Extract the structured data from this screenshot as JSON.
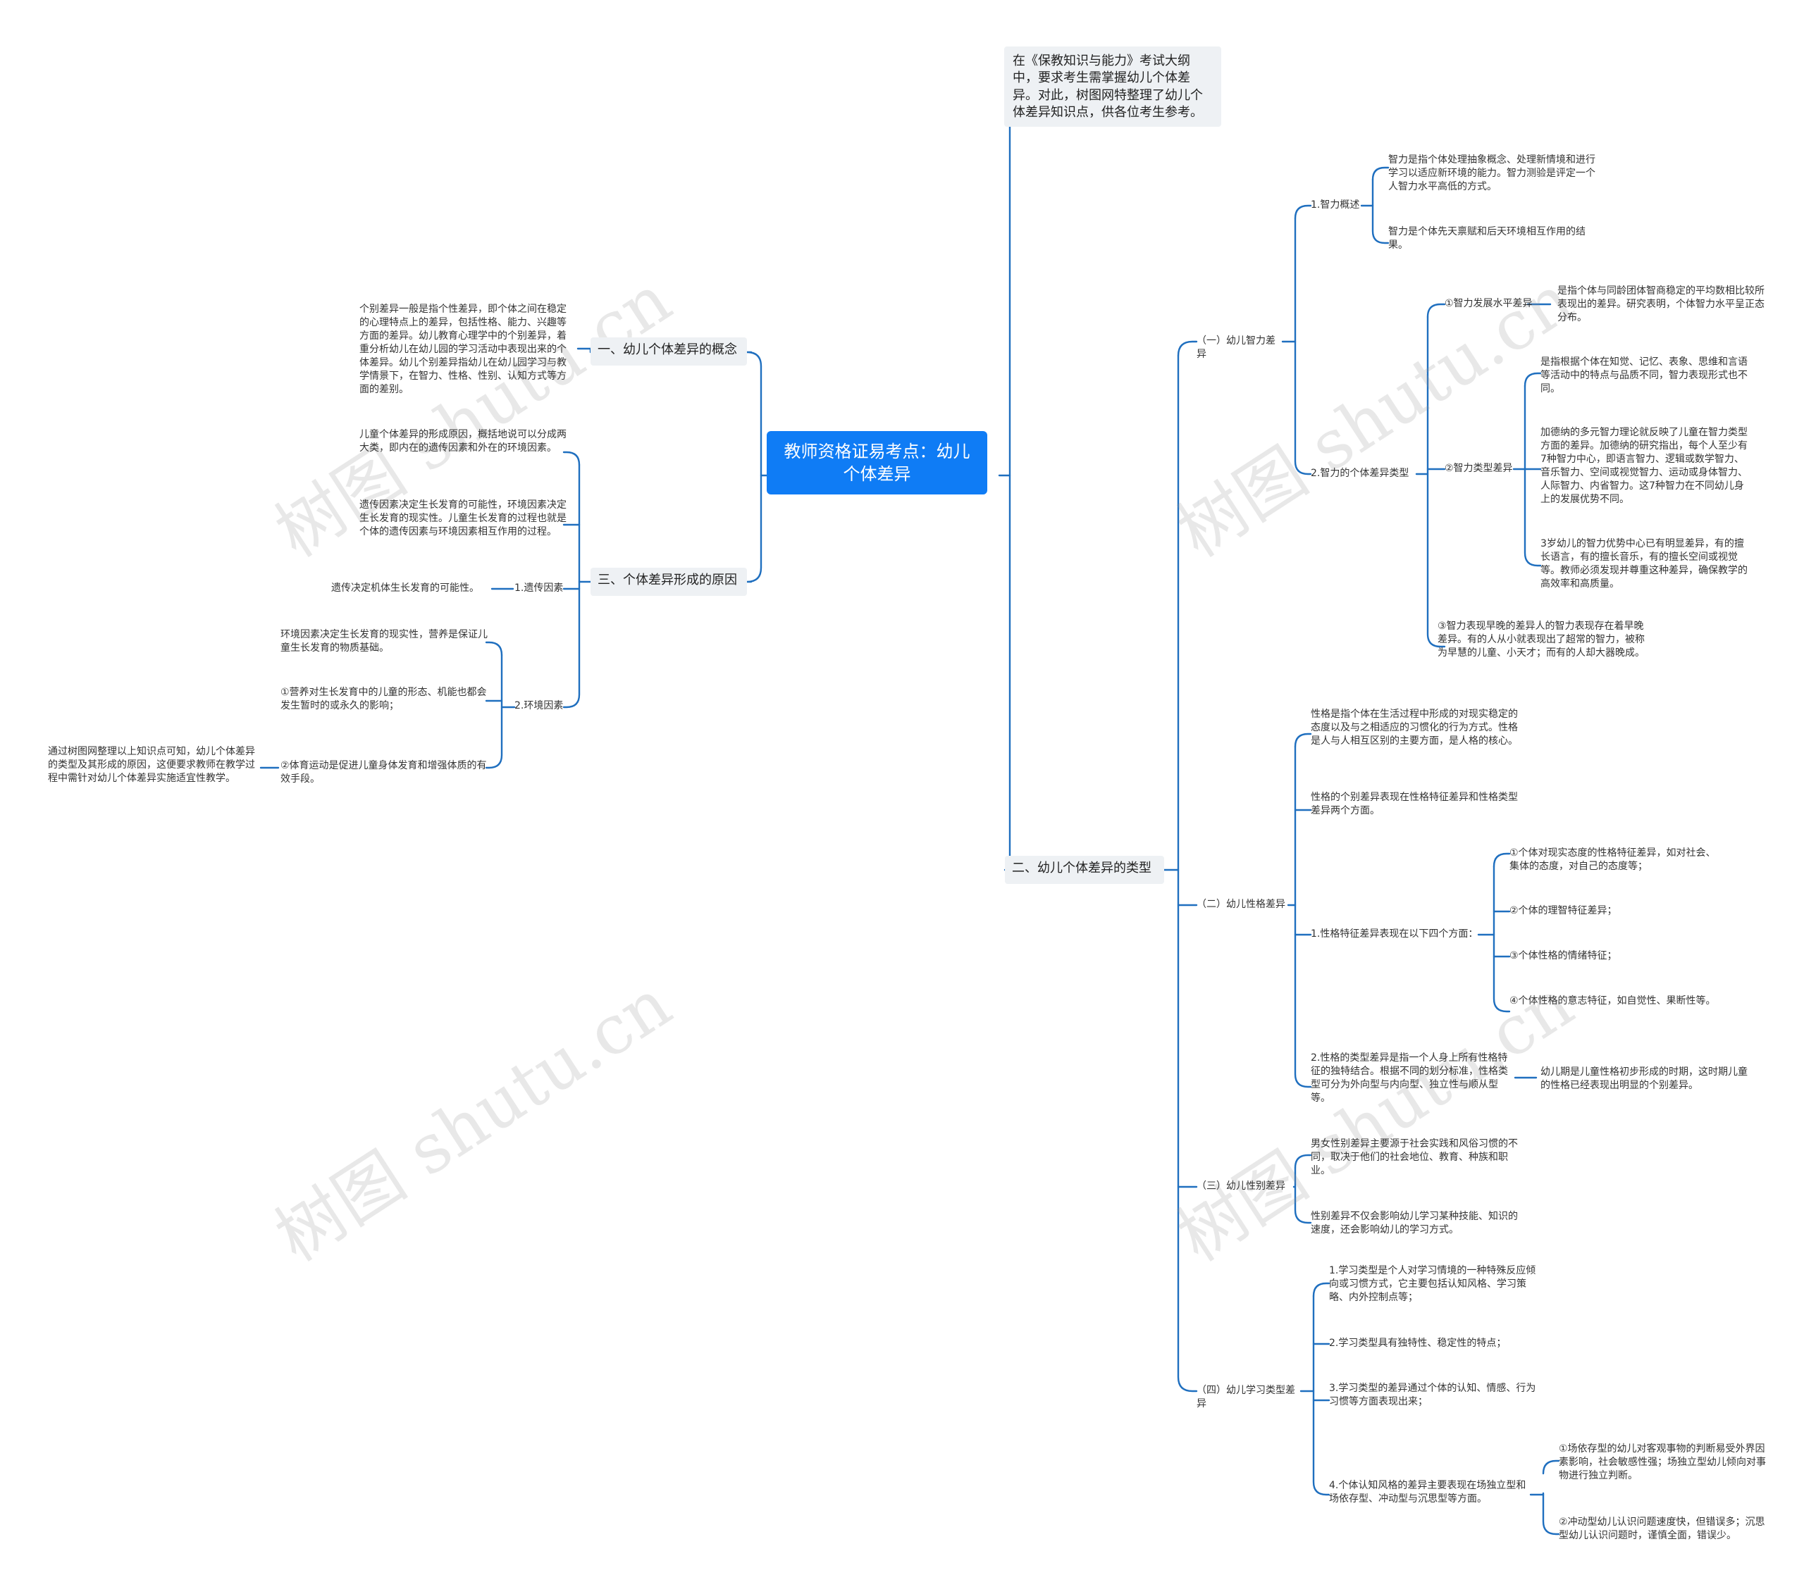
{
  "root": {
    "title": "教师资格证易考点：幼儿个体差异"
  },
  "intro": "在《保教知识与能力》考试大纲中，要求考生需掌握幼儿个体差异。对此，树图网特整理了幼儿个体差异知识点，供各位考生参考。",
  "left": {
    "concept": {
      "label": "一、幼儿个体差异的概念",
      "text": "个别差异一般是指个性差异，即个体之间在稳定的心理特点上的差异，包括性格、能力、兴趣等方面的差异。幼儿教育心理学中的个别差异，着重分析幼儿在幼儿园的学习活动中表现出来的个体差异。幼儿个别差异指幼儿在幼儿园学习与教学情景下，在智力、性格、性别、认知方式等方面的差别。"
    },
    "causes": {
      "label": "三、个体差异形成的原因",
      "c1": "儿童个体差异的形成原因，概括地说可以分成两大类，即内在的遗传因素和外在的环境因素。",
      "c2": "遗传因素决定生长发育的可能性，环境因素决定生长发育的现实性。儿童生长发育的过程也就是个体的遗传因素与环境因素相互作用的过程。",
      "heredity": {
        "label": "1.遗传因素",
        "text": "遗传决定机体生长发育的可能性。"
      },
      "environment": {
        "label": "2.环境因素",
        "e1": "环境因素决定生长发育的现实性，营养是保证儿童生长发育的物质基础。",
        "e2": "①营养对生长发育中的儿童的形态、机能也都会发生暂时的或永久的影响；",
        "e3": "②体育运动是促进儿童身体发育和增强体质的有效手段。",
        "conclusion": "通过树图网整理以上知识点可知，幼儿个体差异的类型及其形成的原因，这便要求教师在教学过程中需针对幼儿个体差异实施适宜性教学。"
      }
    }
  },
  "types": {
    "label": "二、幼儿个体差异的类型",
    "intel": {
      "label": "（一）幼儿智力差异",
      "overview": {
        "label": "1.智力概述",
        "t1": "智力是指个体处理抽象概念、处理新情境和进行学习以适应新环境的能力。智力测验是评定一个人智力水平高低的方式。",
        "t2": "智力是个体先天禀赋和后天环境相互作用的结果。"
      },
      "types": {
        "label": "2.智力的个体差异类型",
        "level": {
          "label": "①智力发展水平差异",
          "text": "是指个体与同龄团体智商稳定的平均数相比较所表现出的差异。研究表明，个体智力水平呈正态分布。"
        },
        "kind": {
          "label": "②智力类型差异",
          "k1": "是指根据个体在知觉、记忆、表象、思维和言语等活动中的特点与品质不同，智力表现形式也不同。",
          "k2": "加德纳的多元智力理论就反映了儿童在智力类型方面的差异。加德纳的研究指出，每个人至少有7种智力中心，即语言智力、逻辑或数学智力、音乐智力、空间或视觉智力、运动或身体智力、人际智力、内省智力。这7种智力在不同幼儿身上的发展优势不同。",
          "k3": "3岁幼儿的智力优势中心已有明显差异，有的擅长语言，有的擅长音乐，有的擅长空间或视觉等。教师必须发现并尊重这种差异，确保教学的高效率和高质量。"
        },
        "early": "③智力表现早晚的差异人的智力表现存在着早晚差异。有的人从小就表现出了超常的智力，被称为早慧的儿童、小天才；而有的人却大器晚成。"
      }
    },
    "character": {
      "label": "（二）幼儿性格差异",
      "p1": "性格是指个体在生活过程中形成的对现实稳定的态度以及与之相适应的习惯化的行为方式。性格是人与人相互区别的主要方面，是人格的核心。",
      "p2": "性格的个别差异表现在性格特征差异和性格类型差异两个方面。",
      "traits": {
        "label": "1.性格特征差异表现在以下四个方面：",
        "t1": "①个体对现实态度的性格特征差异，如对社会、集体的态度，对自己的态度等；",
        "t2": "②个体的理智特征差异；",
        "t3": "③个体性格的情绪特征；",
        "t4": "④个体性格的意志特征，如自觉性、果断性等。"
      },
      "kinds": {
        "label": "2.性格的类型差异是指一个人身上所有性格特征的独特结合。根据不同的划分标准，性格类型可分为外向型与内向型、独立性与顺从型等。",
        "note": "幼儿期是儿童性格初步形成的时期，这时期儿童的性格已经表现出明显的个别差异。"
      }
    },
    "gender": {
      "label": "（三）幼儿性别差异",
      "g1": "男女性别差异主要源于社会实践和风俗习惯的不同，取决于他们的社会地位、教育、种族和职业。",
      "g2": "性别差异不仅会影响幼儿学习某种技能、知识的速度，还会影响幼儿的学习方式。"
    },
    "learning": {
      "label": "（四）幼儿学习类型差异",
      "l1": "1.学习类型是个人对学习情境的一种特殊反应倾向或习惯方式，它主要包括认知风格、学习策略、内外控制点等；",
      "l2": "2.学习类型具有独特性、稳定性的特点；",
      "l3": "3.学习类型的差异通过个体的认知、情感、行为习惯等方面表现出来；",
      "styles": {
        "label": "4.个体认知风格的差异主要表现在场独立型和场依存型、冲动型与沉思型等方面。",
        "s1": "①场依存型的幼儿对客观事物的判断易受外界因素影响，社会敏感性强；场独立型幼儿倾向对事物进行独立判断。",
        "s2": "②冲动型幼儿认识问题速度快，但错误多；沉思型幼儿认识问题时，谨慎全面，错误少。"
      }
    }
  },
  "watermark": "树图 shutu.cn",
  "colors": {
    "root": "#0f7cf5",
    "line": "#1f6fbf",
    "box": "#eef1f4"
  }
}
